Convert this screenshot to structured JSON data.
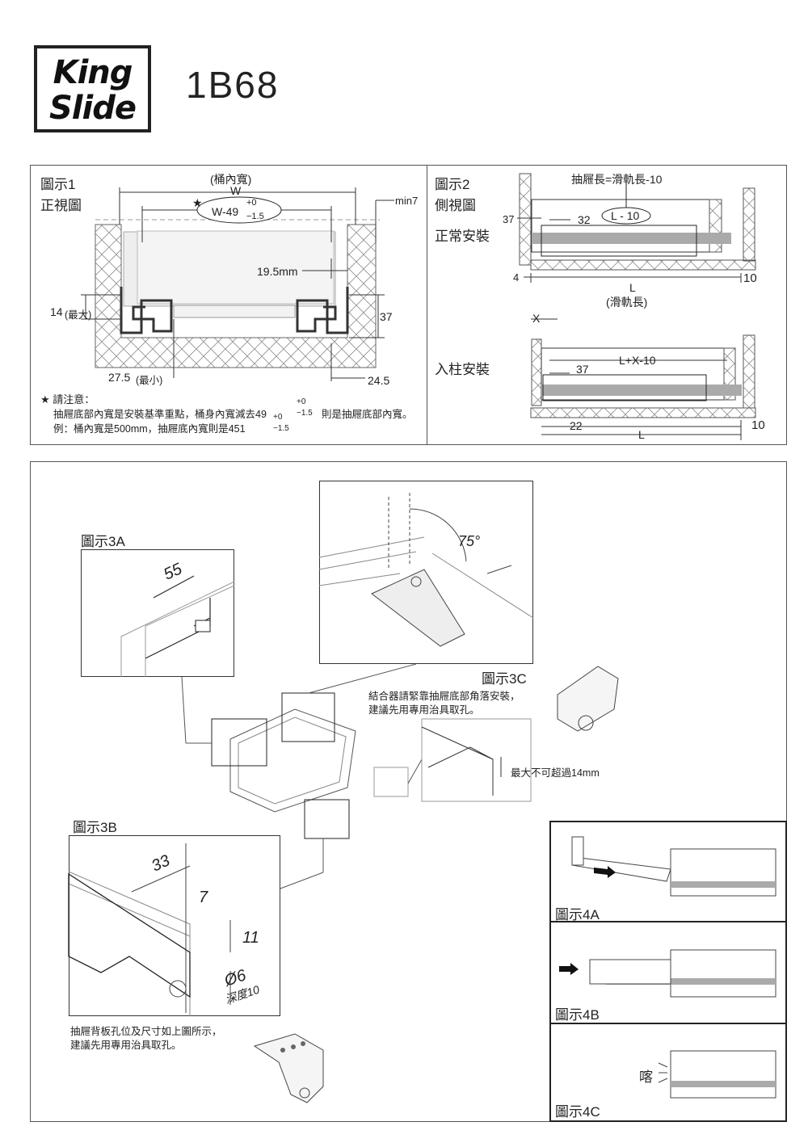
{
  "brand": {
    "line1": "King",
    "line2": "Slide",
    "model": "1B68"
  },
  "fig1": {
    "title": "圖示1",
    "subtitle": "正視圖",
    "inner_width_label": "(桶內寬)",
    "w": "W",
    "formula_main": "W-49",
    "tol_plus": "+0",
    "tol_minus": "−1.5",
    "star": "★",
    "min7": "min7",
    "dim_19_5": "19.5mm",
    "dim_14": "14",
    "max_label": "(最大)",
    "dim_37": "37",
    "dim_27_5": "27.5",
    "min_label": "(最小)",
    "dim_24_5": "24.5",
    "note_title": "★ 請注意：",
    "note_line1a": "抽屜底部內寬是安裝基準重點，桶身內寬減去49",
    "note_line1b": "則是抽屜底部內寬。",
    "note_line2a": "例：桶內寬是500mm，抽屜底內寬則是451"
  },
  "fig2": {
    "title": "圖示2",
    "subtitle": "側視圖",
    "normal": "正常安裝",
    "inset": "入柱安裝",
    "top_formula": "抽屜長=滑軌長-10",
    "l_minus_10": "L - 10",
    "d37": "37",
    "d32": "32",
    "d4": "4",
    "d10": "10",
    "L": "L",
    "slide_len": "(滑軌長)",
    "x": "X",
    "lx10": "L+X-10",
    "d37b": "37",
    "d22": "22",
    "d10b": "10",
    "Lb": "L"
  },
  "fig3": {
    "a_title": "圖示3A",
    "a_dim": "55",
    "angle": "75°",
    "c_title": "圖示3C",
    "c_note1": "結合器請緊靠抽屜底部角落安裝，",
    "c_note2": "建議先用專用治具取孔。",
    "max14": "最大不可超過14mm",
    "b_title": "圖示3B",
    "b_33": "33",
    "b_7": "7",
    "b_11": "11",
    "b_phi": "Ø6",
    "b_depth": "深度10",
    "b_note1": "抽屜背板孔位及尺寸如上圖所示，",
    "b_note2": "建議先用專用治具取孔。"
  },
  "fig4": {
    "a": "圖示4A",
    "b": "圖示4B",
    "c": "圖示4C",
    "click": "喀"
  }
}
